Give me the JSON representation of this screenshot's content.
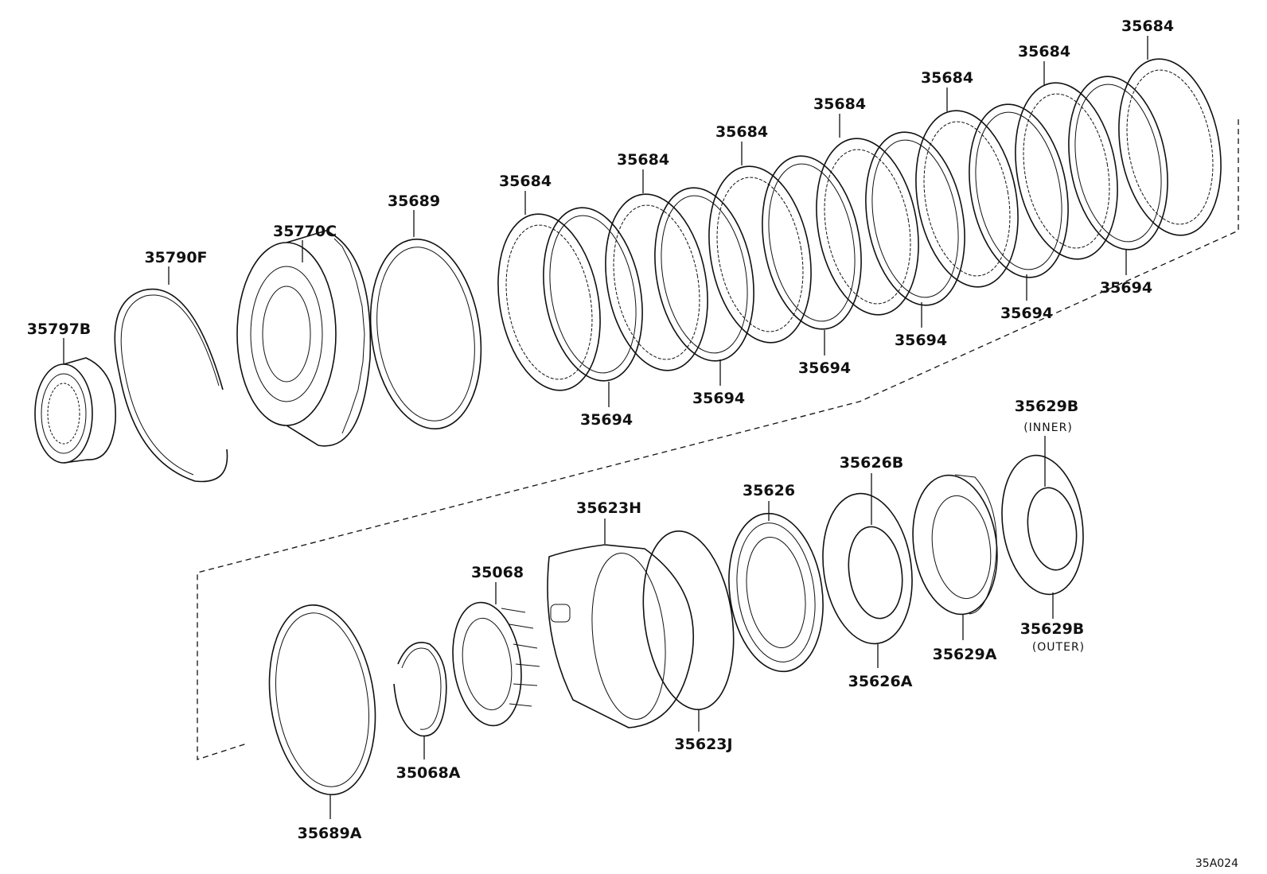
{
  "diagram_code": "35A024",
  "labels": {
    "p35797B": "35797B",
    "p35790F": "35790F",
    "p35770C": "35770C",
    "p35689": "35689",
    "p35684": "35684",
    "p35694": "35694",
    "p35629B": "35629B",
    "p35629B_inner_note": "(INNER)",
    "p35629B_outer_note": "(OUTER)",
    "p35626B": "35626B",
    "p35626": "35626",
    "p35623H": "35623H",
    "p35068": "35068",
    "p35068A": "35068A",
    "p35689A": "35689A",
    "p35623J": "35623J",
    "p35626A": "35626A",
    "p35629A": "35629A"
  }
}
